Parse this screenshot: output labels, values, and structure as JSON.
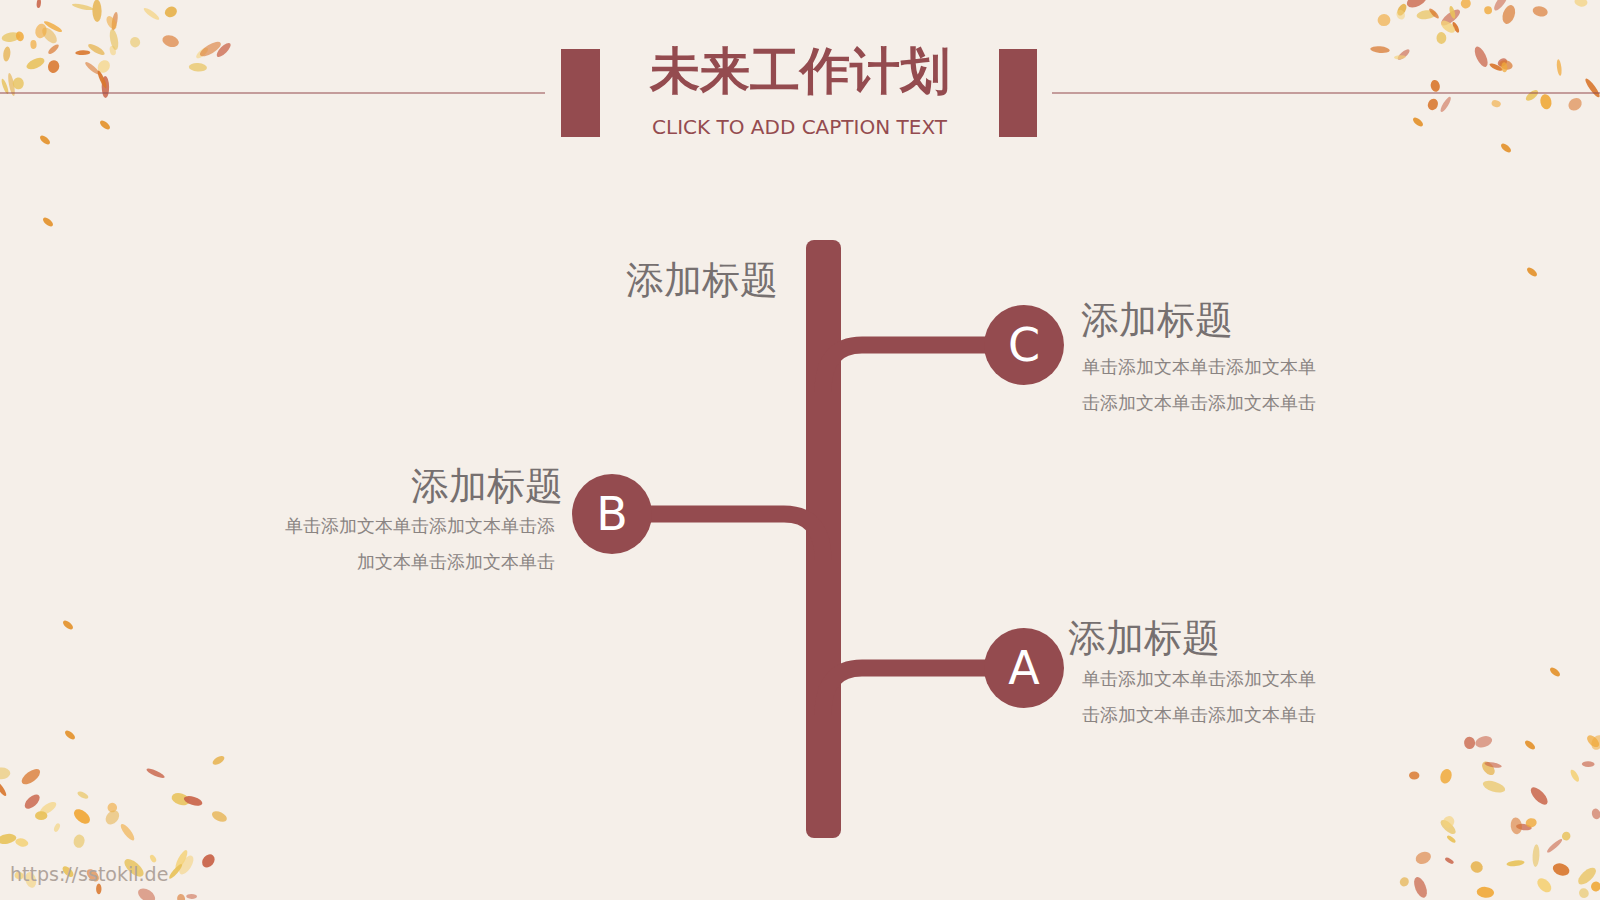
{
  "diagram": {
    "title": "未来工作计划",
    "caption": "CLICK TO ADD CAPTION TEXT",
    "nodes": [
      {
        "text": [
          "C",
          "添加标题",
          "单击添加文本单击添加文本单 击添加文本单击添加文本单击"
        ]
      },
      {
        "text": [
          "B",
          "添加标题",
          "单击添加文本单击添加文本单击添 加文本单击添加文本单击"
        ]
      },
      {
        "text": [
          "A",
          "添加标题",
          "单击添加文本单击添加文本单 击添加文本单击添加文本单击"
        ]
      }
    ],
    "labels": [
      "添加标题",
      "https://sstokil.de"
    ]
  }
}
